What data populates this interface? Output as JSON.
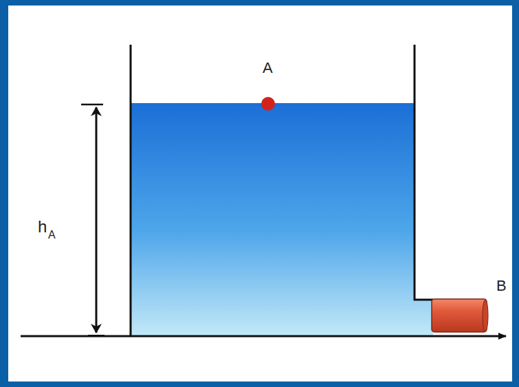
{
  "diagram": {
    "labels": [
      "A",
      "h",
      "A",
      "B"
    ]
  }
}
